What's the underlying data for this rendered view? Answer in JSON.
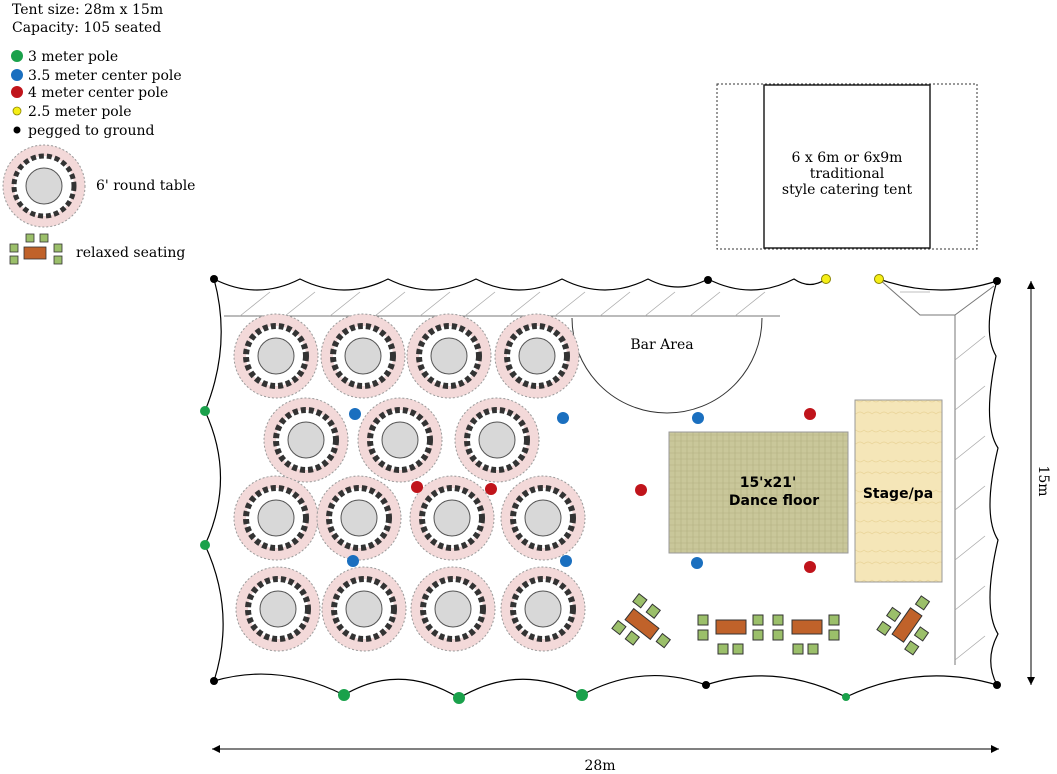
{
  "header": {
    "tent_size": "Tent size: 28m x 15m",
    "capacity": "Capacity: 105 seated"
  },
  "legend": {
    "poles": [
      {
        "label": "3 meter pole",
        "color": "#1aa14b"
      },
      {
        "label": "3.5 meter center pole",
        "color": "#1a6fbf"
      },
      {
        "label": "4 meter center pole",
        "color": "#c0141b"
      },
      {
        "label": "2.5 meter pole",
        "color": "#f5ee16"
      },
      {
        "label": "pegged to ground",
        "color": "#000000"
      }
    ],
    "round_table": "6' round table",
    "relaxed_seating": "relaxed seating"
  },
  "catering_tent": {
    "line1": "6 x 6m or 6x9m",
    "line2": "traditional",
    "line3": "style catering tent"
  },
  "areas": {
    "bar": "Bar Area",
    "dance_floor_line1": "15'x21'",
    "dance_floor_line2": "Dance floor",
    "stage": "Stage/pa"
  },
  "dimensions": {
    "width": "28m",
    "depth": "15m"
  },
  "colors": {
    "table_halo": "#f3d9d9",
    "table_top": "#d8d8d8",
    "chair_green": "#9bbf6a",
    "sofa_brown": "#c0622a",
    "dance_floor": "#c9c79a",
    "stage": "#f5e6b8"
  }
}
